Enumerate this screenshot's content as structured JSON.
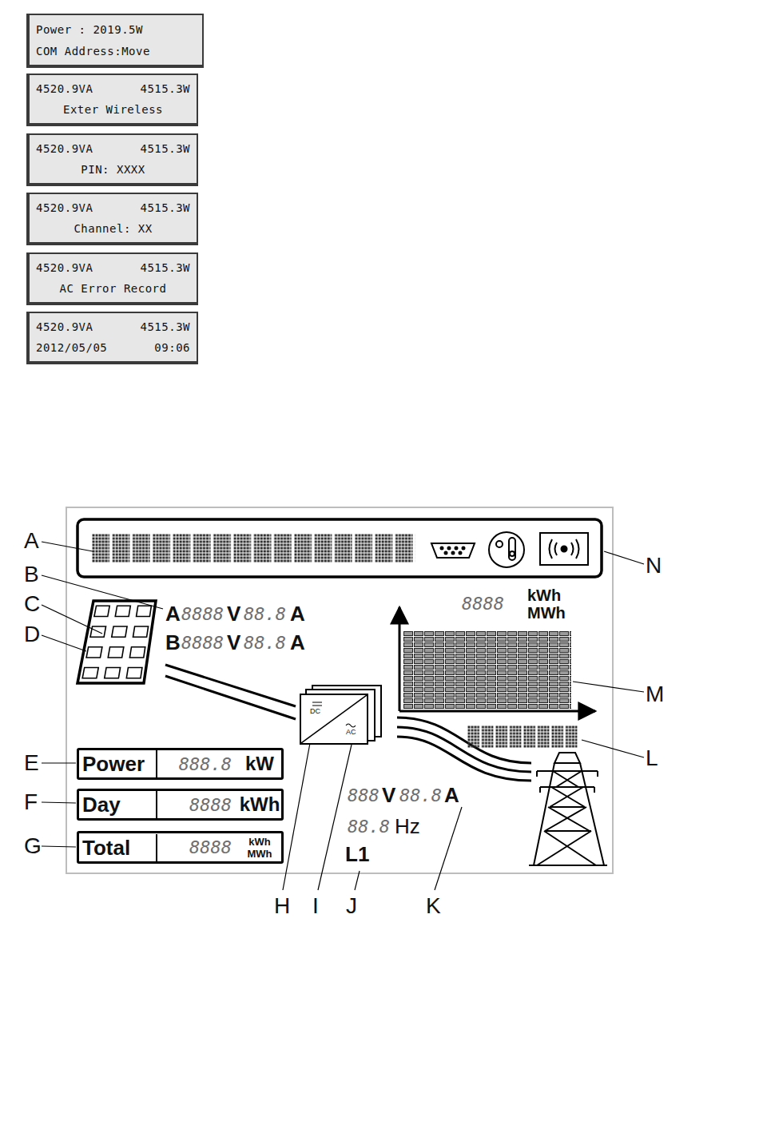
{
  "diagram": {
    "nodes": [
      {
        "text": [
          "Power : 2019.5W",
          "COM Address:Move"
        ]
      },
      {
        "text": [
          "4520.9VA",
          "4515.3W",
          "Exter Wireless"
        ]
      },
      {
        "text": [
          "4520.9VA",
          "4515.3W",
          "PIN: XXXX"
        ]
      },
      {
        "text": [
          "4520.9VA",
          "4515.3W",
          "Channel: XX"
        ]
      },
      {
        "text": [
          "4520.9VA",
          "4515.3W",
          "AC Error Record"
        ]
      },
      {
        "text": [
          "4520.9VA",
          "4515.3W",
          "2012/05/05",
          "09:06"
        ]
      },
      {
        "text": [
          "DC",
          "AC"
        ]
      },
      {
        "text": [
          "Power",
          "888.8",
          "kW"
        ]
      },
      {
        "text": [
          "Day",
          "8888",
          "kWh"
        ]
      },
      {
        "text": [
          "Total",
          "8888",
          "kWh",
          "MWh"
        ]
      }
    ],
    "labels": [
      "A",
      "B",
      "C",
      "D",
      "E",
      "F",
      "G",
      "A",
      "8888",
      "V",
      "88.8",
      "A",
      "B",
      "8888",
      "V",
      "88.8",
      "A",
      "8888",
      "kWh",
      "MWh",
      "888",
      "V",
      "88.8",
      "A",
      "88.8",
      "Hz",
      "L1",
      "H",
      "I",
      "J",
      "K",
      "L",
      "M",
      "N"
    ]
  }
}
